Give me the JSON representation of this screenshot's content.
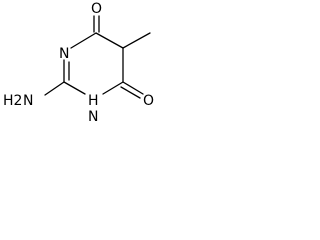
{
  "molecule": {
    "atoms": {
      "o_top": "O",
      "n_left": "N",
      "nh_bottom": "H",
      "nh_bottom_n": "N",
      "nh2_h2": "H2",
      "nh2_n": "N",
      "o_bottom": "O"
    }
  }
}
